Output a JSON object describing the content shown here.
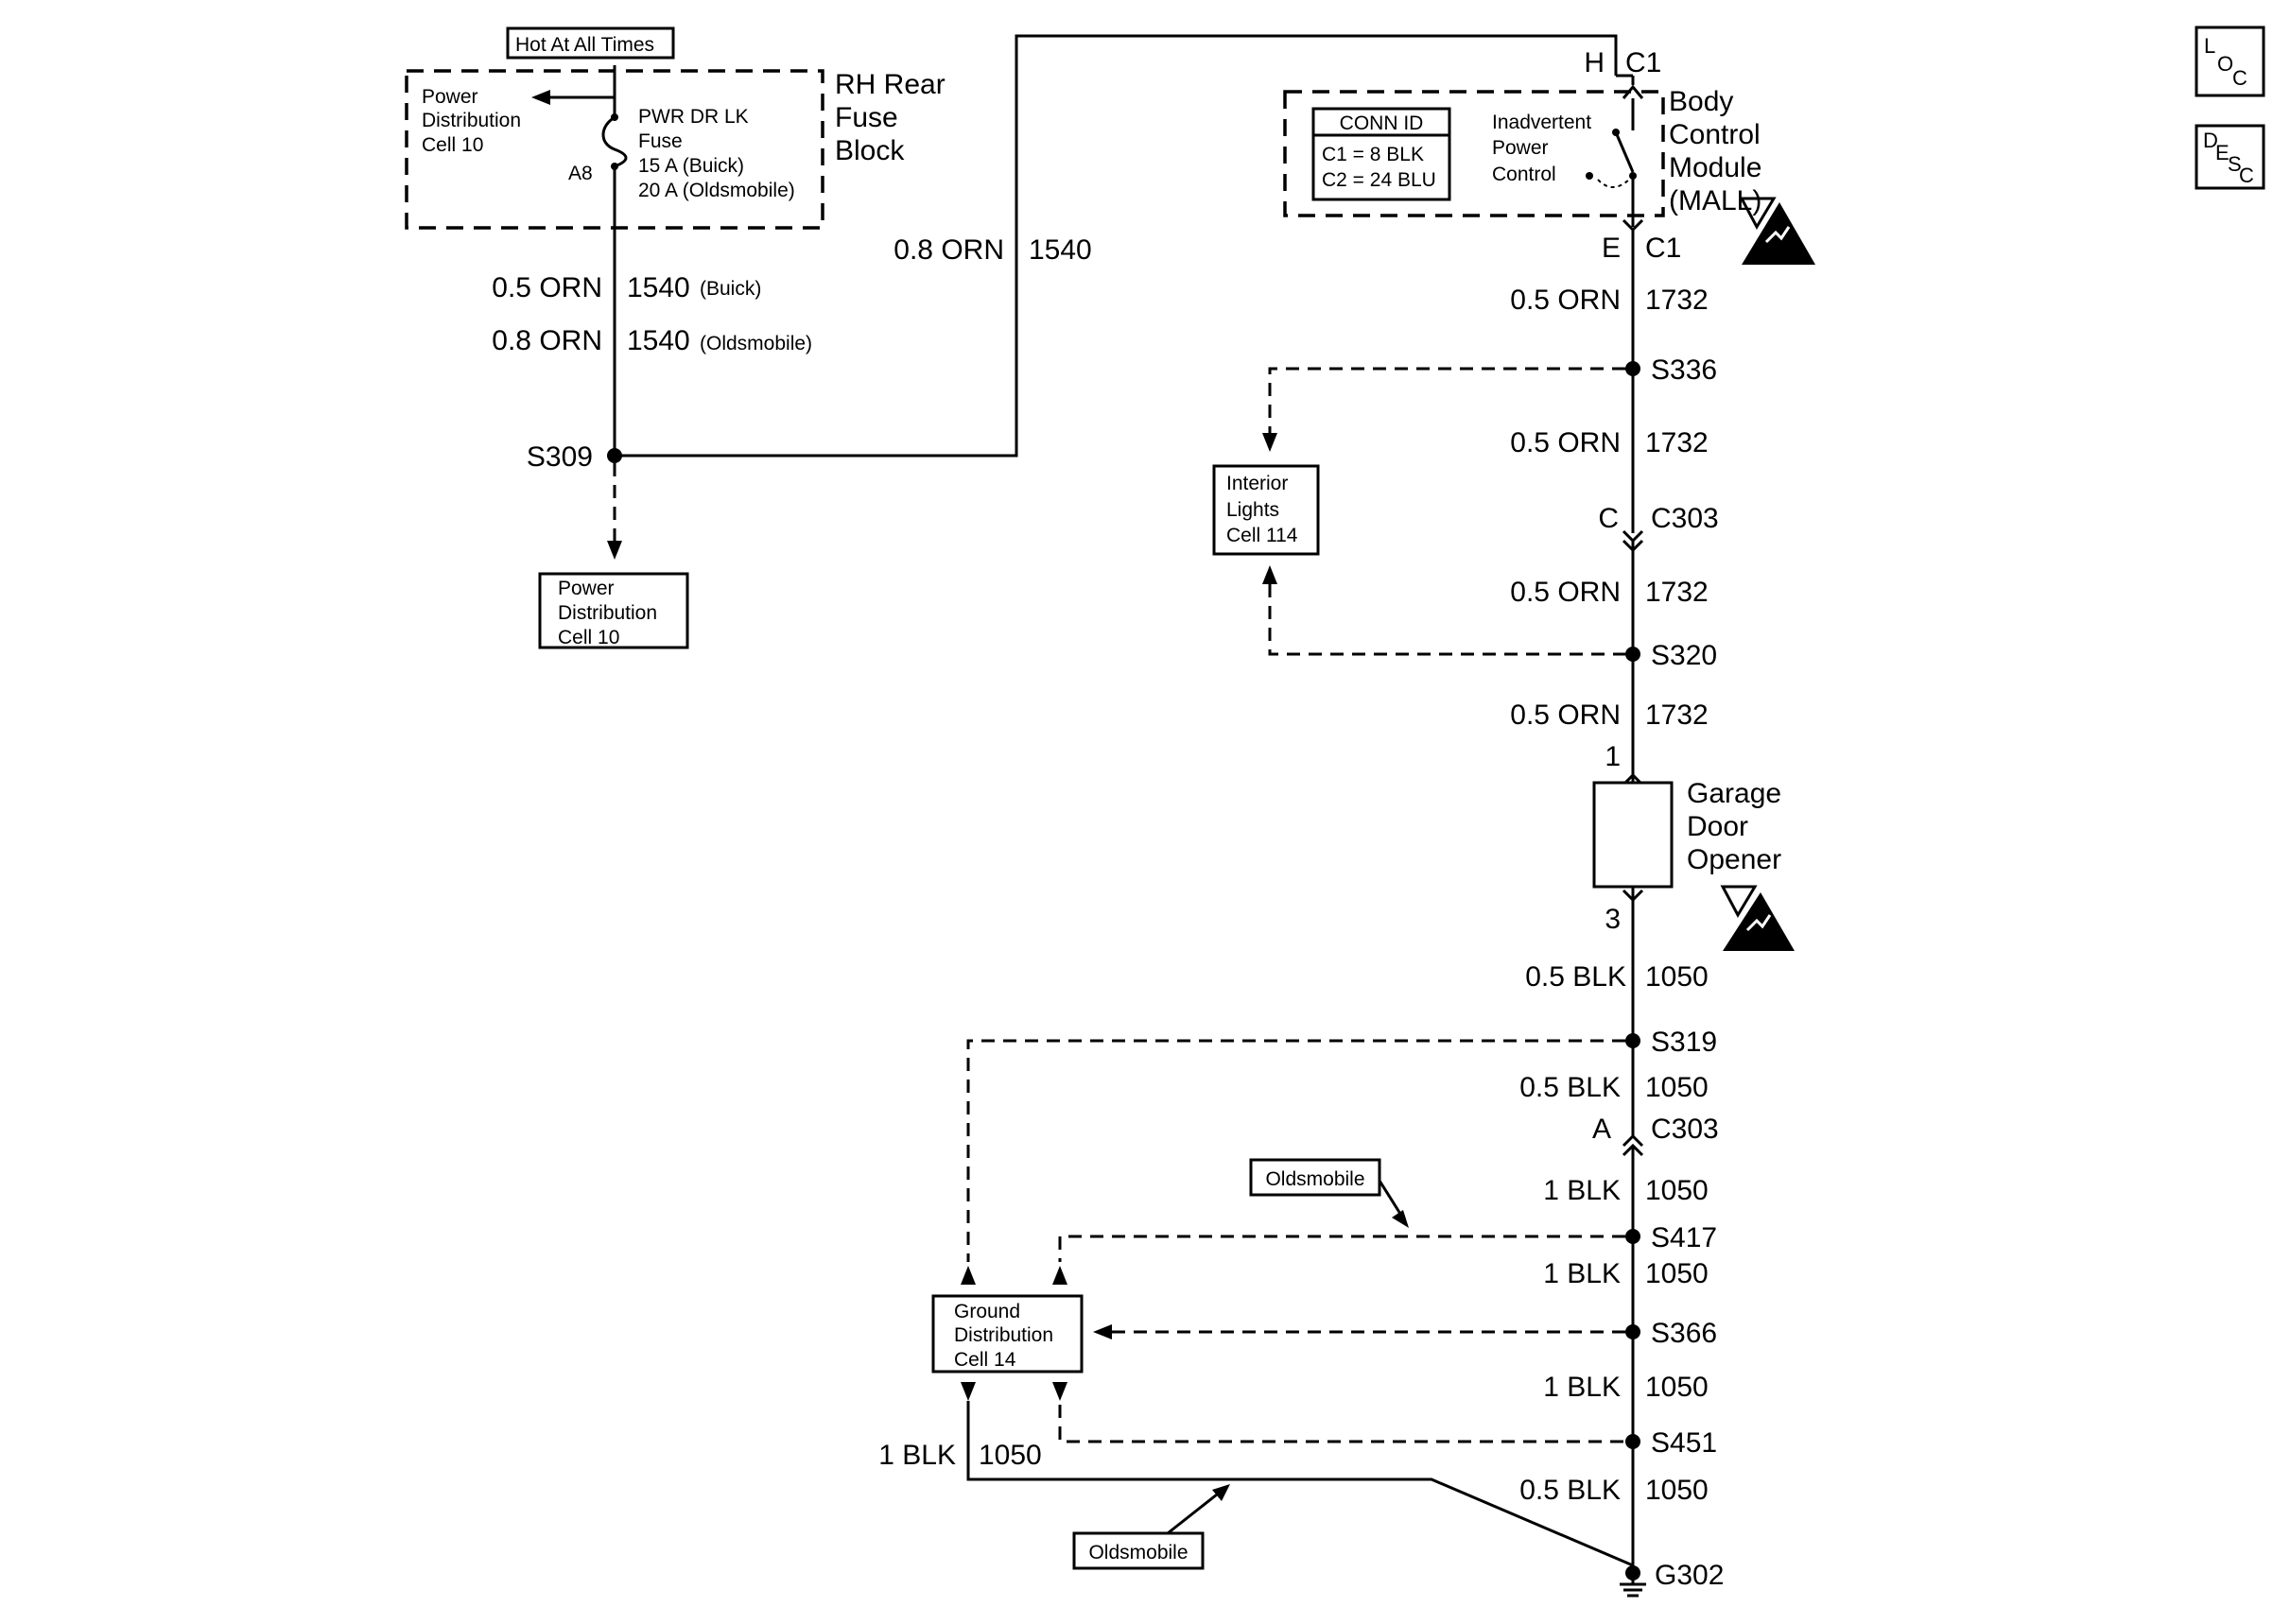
{
  "power": {
    "hot_label": "Hot At All Times",
    "fuse_block": [
      "RH Rear",
      "Fuse",
      "Block"
    ],
    "pd_ref_top": [
      "Power",
      "Distribution",
      "Cell 10"
    ],
    "fuse_name": [
      "PWR DR LK",
      "Fuse"
    ],
    "fuse_buick": "15 A (Buick)",
    "fuse_olds": "20 A (Oldsmobile)",
    "terminal_a8": "A8",
    "wire1_buick_gauge": "0.5 ORN",
    "wire1_buick_circuit": "1540",
    "wire1_buick_note": "(Buick)",
    "wire1_olds_gauge": "0.8 ORN",
    "wire1_olds_circuit": "1540",
    "wire1_olds_note": "(Oldsmobile)",
    "splice_s309": "S309",
    "pd_ref_bottom": [
      "Power",
      "Distribution",
      "Cell 10"
    ],
    "wire2_gauge": "0.8 ORN",
    "wire2_circuit": "1540"
  },
  "bcm": {
    "pin_h": "H",
    "conn_c1_top": "C1",
    "pin_e": "E",
    "conn_c1_bottom": "C1",
    "name": [
      "Body",
      "Control",
      "Module",
      "(MALL)"
    ],
    "conn_id_title": "CONN ID",
    "conn_id_c1": "C1 = 8 BLK",
    "conn_id_c2": "C2 = 24 BLU",
    "ipc": [
      "Inadvertent",
      "Power",
      "Control"
    ]
  },
  "feed": {
    "w1_gauge": "0.5 ORN",
    "w1_circuit": "1732",
    "splice_s336": "S336",
    "w2_gauge": "0.5 ORN",
    "w2_circuit": "1732",
    "c303_pin": "C",
    "c303": "C303",
    "w3_gauge": "0.5 ORN",
    "w3_circuit": "1732",
    "splice_s320": "S320",
    "w4_gauge": "0.5 ORN",
    "w4_circuit": "1732",
    "interior_ref": [
      "Interior",
      "Lights",
      "Cell 114"
    ]
  },
  "gdo": {
    "pin1": "1",
    "pin3": "3",
    "name": [
      "Garage",
      "Door",
      "Opener"
    ]
  },
  "ground": {
    "w1_gauge": "0.5 BLK",
    "w1_circuit": "1050",
    "splice_s319": "S319",
    "w2_gauge": "0.5 BLK",
    "w2_circuit": "1050",
    "c303_pin": "A",
    "c303": "C303",
    "w3_gauge": "1 BLK",
    "w3_circuit": "1050",
    "olds_label_top": "Oldsmobile",
    "splice_s417": "S417",
    "w4_gauge": "1 BLK",
    "w4_circuit": "1050",
    "splice_s366": "S366",
    "w5_gauge": "1 BLK",
    "w5_circuit": "1050",
    "splice_s451": "S451",
    "w6_gauge": "0.5 BLK",
    "w6_circuit": "1050",
    "gd_ref": [
      "Ground",
      "Distribution",
      "Cell 14"
    ],
    "bypass_gauge": "1 BLK",
    "bypass_circuit": "1050",
    "olds_label_bottom": "Oldsmobile",
    "g302": "G302"
  },
  "side_buttons": {
    "loc": [
      "L",
      "O",
      "C"
    ],
    "desc": [
      "D",
      "E",
      "S",
      "C"
    ]
  },
  "esd_icon": "esd-sensitive-icon"
}
